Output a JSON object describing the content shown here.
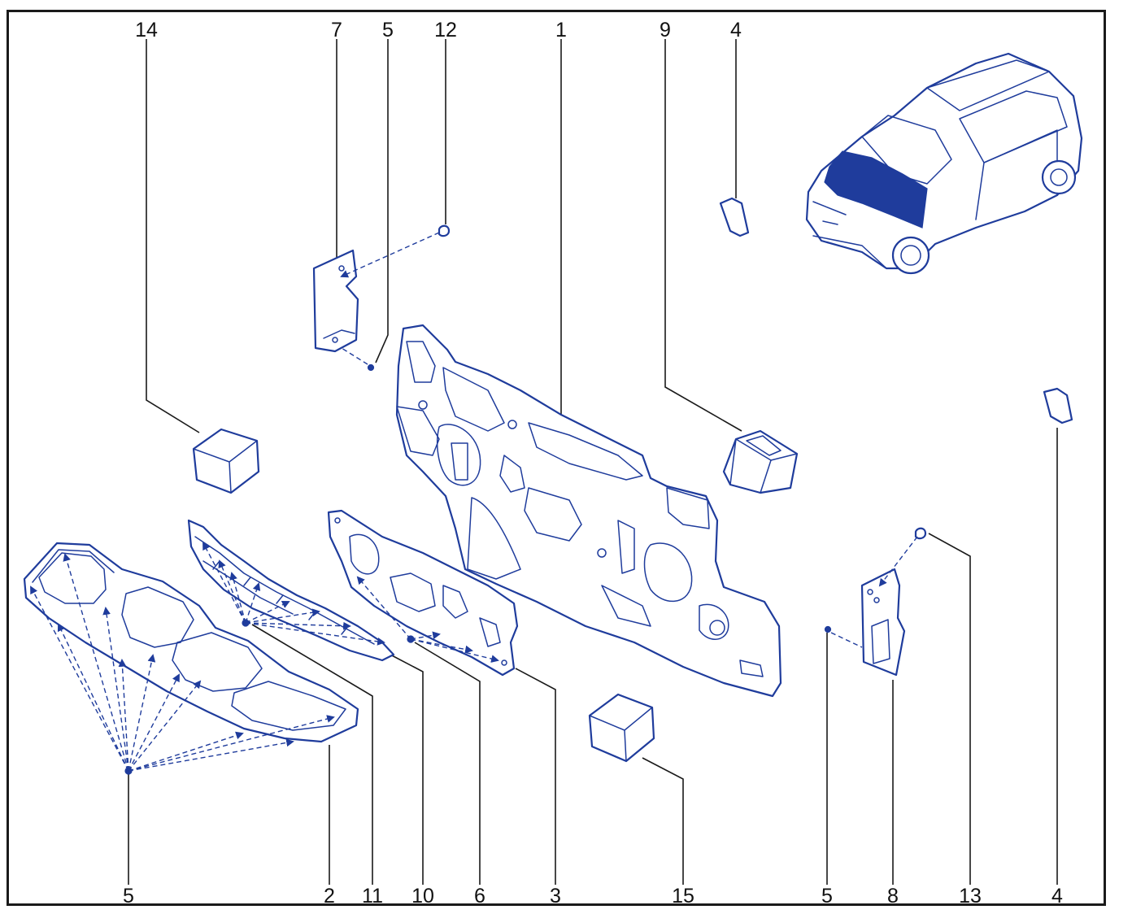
{
  "callouts": {
    "top": [
      "14",
      "7",
      "5",
      "12",
      "1",
      "9",
      "4"
    ],
    "bottom": [
      "5",
      "2",
      "11",
      "10",
      "6",
      "3",
      "15",
      "5",
      "8",
      "13",
      "4"
    ]
  },
  "colors": {
    "part_line": "#1f3c9c",
    "frame": "#1a1a1a",
    "highlight": "#1f3c9c"
  }
}
